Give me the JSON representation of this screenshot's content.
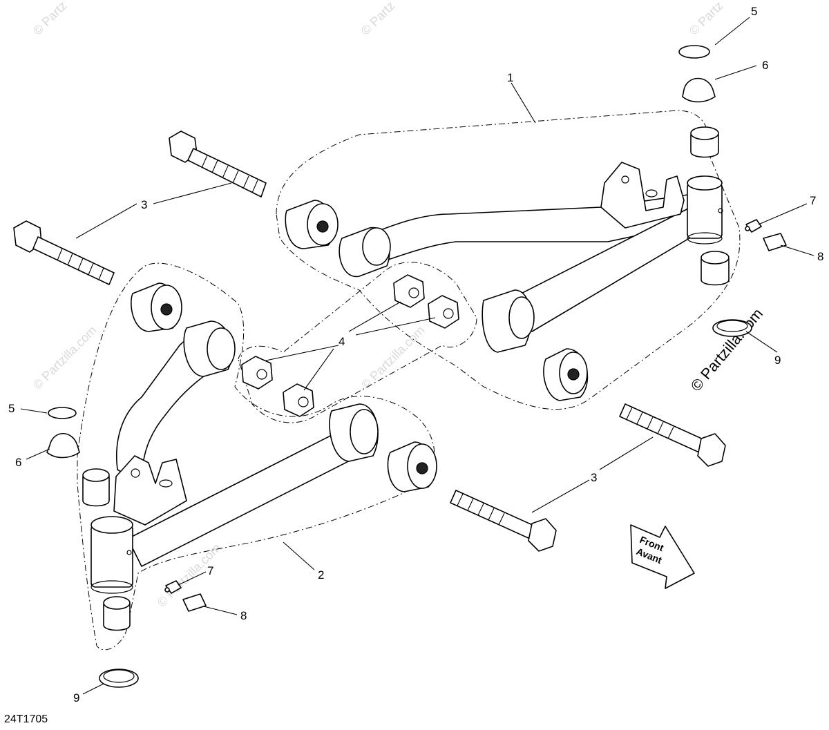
{
  "drawing_id": "24T1705",
  "watermark": {
    "text": "© Partzilla.com",
    "visible_fragments": [
      "© Partz",
      "© Partz",
      "© Partz",
      "© Partzilla.com",
      "© Partzilla.com",
      "© Partzilla.com",
      "© Partzilla.com"
    ]
  },
  "callouts": [
    {
      "id": "c1",
      "label": "1"
    },
    {
      "id": "c2",
      "label": "2"
    },
    {
      "id": "c3a",
      "label": "3"
    },
    {
      "id": "c3b",
      "label": "3"
    },
    {
      "id": "c4",
      "label": "4"
    },
    {
      "id": "c5a",
      "label": "5"
    },
    {
      "id": "c5b",
      "label": "5"
    },
    {
      "id": "c6a",
      "label": "6"
    },
    {
      "id": "c6b",
      "label": "6"
    },
    {
      "id": "c7a",
      "label": "7"
    },
    {
      "id": "c7b",
      "label": "7"
    },
    {
      "id": "c8a",
      "label": "8"
    },
    {
      "id": "c8b",
      "label": "8"
    },
    {
      "id": "c9a",
      "label": "9"
    },
    {
      "id": "c9b",
      "label": "9"
    }
  ],
  "direction_arrow": {
    "line1": "Front",
    "line2": "Avant"
  }
}
